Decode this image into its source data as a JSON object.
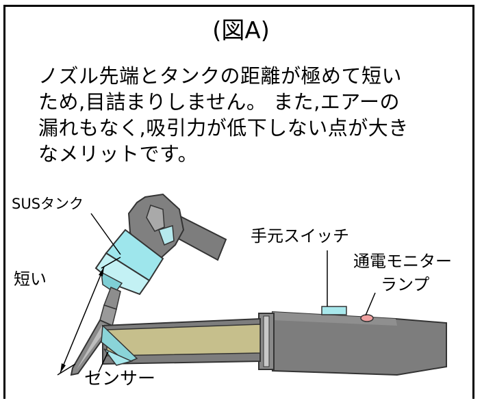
{
  "figure": {
    "title": "(図A)",
    "description": "ノズル先端とタンクの距離が極めて短い\nため,目詰まりしません。 また,エアーの\n漏れもなく,吸引力が低下しない点が大き\nなメリットです。"
  },
  "labels": {
    "tank": "SUSタンク",
    "short": "短い",
    "switch": "手元スイッチ",
    "lamp_line1": "通電モニター",
    "lamp_line2": "ランプ",
    "sensor": "センサー"
  },
  "colors": {
    "body_gray": "#7d7d7d",
    "tank_cyan": "#9ee6ec",
    "tube_khaki": "#c6bf8c",
    "outline": "#333333"
  }
}
